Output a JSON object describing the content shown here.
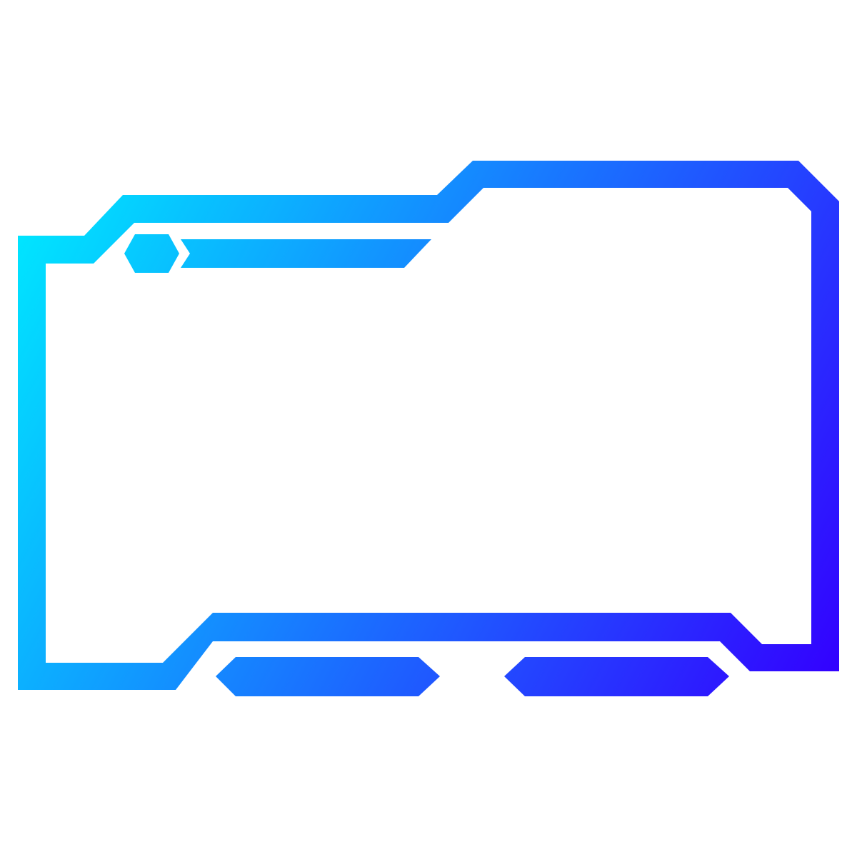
{
  "frame": {
    "kind": "streaming-overlay-frame",
    "gradient": {
      "start_color": "#00E5FF",
      "end_color": "#3300FF"
    },
    "background_color": "#FFFFFF",
    "decor": {
      "header_hexagon_icon": "hexagon-icon",
      "header_bar": "angled-bar",
      "footer_tabs": 2
    }
  }
}
